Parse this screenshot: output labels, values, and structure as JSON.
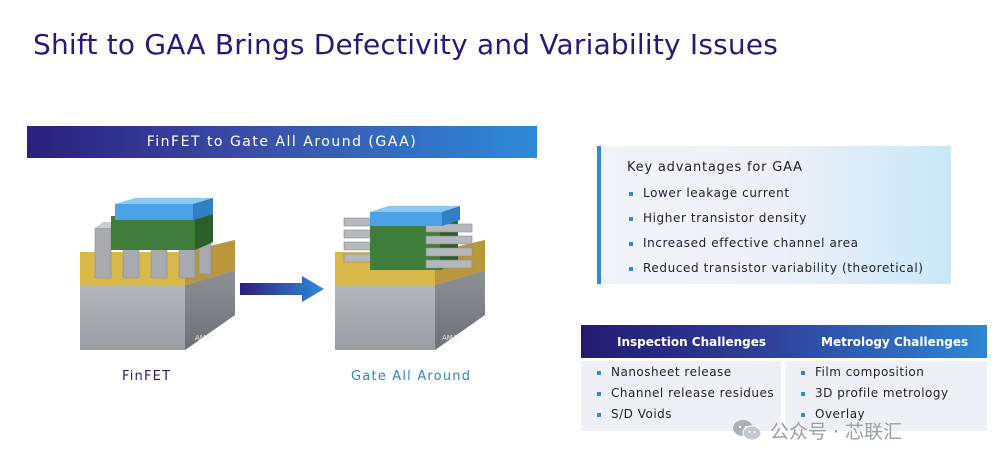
{
  "title": "Shift to GAA Brings Defectivity and Variability Issues",
  "banner": "FinFET to Gate All Around (GAA)",
  "devices": {
    "left_label": "FinFET",
    "right_label": "Gate All Around",
    "chip_mark_left": "AMAT",
    "chip_mark_right": "AMAT"
  },
  "advantages": {
    "heading": "Key advantages for GAA",
    "items": [
      "Lower leakage current",
      "Higher transistor density",
      "Increased effective channel area",
      "Reduced transistor variability (theoretical)"
    ]
  },
  "challenges": {
    "inspection_header": "Inspection Challenges",
    "metrology_header": "Metrology Challenges",
    "inspection_items": [
      "Nanosheet release",
      "Channel release residues",
      "S/D Voids"
    ],
    "metrology_items": [
      "Film composition",
      "3D profile metrology",
      "Overlay"
    ]
  },
  "watermark": "公众号 · 芯联汇",
  "colors": {
    "title": "#2a1a78",
    "left_label": "#2a1a78",
    "right_label": "#2e86c8",
    "accent_blue": "#2e8ad8",
    "gate_green": "#3f7d3a",
    "cap_blue": "#4aa3e8",
    "epi_yellow": "#d9b84a"
  },
  "icons": [
    "right-arrow-icon",
    "wechat-icon"
  ]
}
